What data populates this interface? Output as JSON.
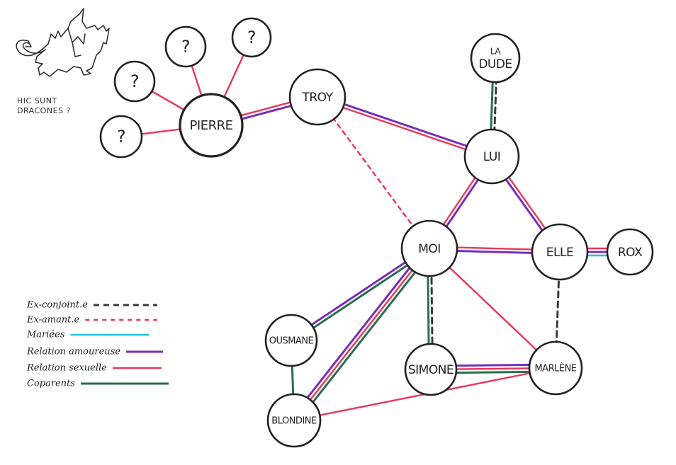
{
  "title_caption": [
    "HIC SUNT",
    "DRACONES ?"
  ],
  "colors": {
    "ex_conjoint": "#3a3a3a",
    "ex_amant": "#e8365a",
    "mariees": "#1ec0e0",
    "amoureuse": "#7a2cb8",
    "sexuelle": "#e8365a",
    "coparents": "#2a6e4e",
    "node_stroke": "#222222"
  },
  "legend": [
    {
      "type": "ex_conjoint",
      "label": "Ex-conjoint.e"
    },
    {
      "type": "ex_amant",
      "label": "Ex-amant.e"
    },
    {
      "type": "mariees",
      "label": "Mariées"
    },
    {
      "type": "amoureuse",
      "label": "Relation amoureuse"
    },
    {
      "type": "sexuelle",
      "label": "Relation sexuelle"
    },
    {
      "type": "coparents",
      "label": "Coparents"
    }
  ],
  "nodes": [
    {
      "id": "q1",
      "label": "?"
    },
    {
      "id": "q2",
      "label": "?"
    },
    {
      "id": "q3",
      "label": "?"
    },
    {
      "id": "q4",
      "label": "?"
    },
    {
      "id": "pierre",
      "label": "PIERRE"
    },
    {
      "id": "troy",
      "label": "TROY"
    },
    {
      "id": "ladude",
      "label": "LA DUDE"
    },
    {
      "id": "lui",
      "label": "LUI"
    },
    {
      "id": "moi",
      "label": "MOI"
    },
    {
      "id": "elle",
      "label": "ELLE"
    },
    {
      "id": "rox",
      "label": "ROX"
    },
    {
      "id": "ousmane",
      "label": "OUSMANE"
    },
    {
      "id": "simone",
      "label": "SIMONE"
    },
    {
      "id": "marlene",
      "label": "MARLÈNE"
    },
    {
      "id": "blondine",
      "label": "BLONDINE"
    }
  ],
  "edges": [
    {
      "from": "q1",
      "to": "pierre",
      "types": [
        "sexuelle"
      ]
    },
    {
      "from": "q2",
      "to": "pierre",
      "types": [
        "sexuelle"
      ]
    },
    {
      "from": "q3",
      "to": "pierre",
      "types": [
        "sexuelle"
      ]
    },
    {
      "from": "q4",
      "to": "pierre",
      "types": [
        "sexuelle"
      ]
    },
    {
      "from": "pierre",
      "to": "troy",
      "types": [
        "sexuelle",
        "amoureuse"
      ]
    },
    {
      "from": "troy",
      "to": "lui",
      "types": [
        "amoureuse",
        "sexuelle"
      ]
    },
    {
      "from": "troy",
      "to": "moi",
      "types": [
        "ex_amant"
      ]
    },
    {
      "from": "ladude",
      "to": "lui",
      "types": [
        "ex_conjoint",
        "coparents"
      ]
    },
    {
      "from": "lui",
      "to": "moi",
      "types": [
        "amoureuse",
        "sexuelle"
      ]
    },
    {
      "from": "lui",
      "to": "elle",
      "types": [
        "sexuelle",
        "amoureuse"
      ]
    },
    {
      "from": "moi",
      "to": "elle",
      "types": [
        "sexuelle",
        "amoureuse"
      ]
    },
    {
      "from": "elle",
      "to": "rox",
      "types": [
        "sexuelle",
        "amoureuse",
        "mariees"
      ]
    },
    {
      "from": "elle",
      "to": "marlene",
      "types": [
        "ex_conjoint"
      ]
    },
    {
      "from": "moi",
      "to": "ousmane",
      "types": [
        "coparents",
        "amoureuse"
      ]
    },
    {
      "from": "moi",
      "to": "blondine",
      "types": [
        "coparents",
        "sexuelle",
        "amoureuse"
      ]
    },
    {
      "from": "moi",
      "to": "simone",
      "types": [
        "ex_conjoint",
        "coparents"
      ]
    },
    {
      "from": "moi",
      "to": "marlene",
      "types": [
        "sexuelle"
      ]
    },
    {
      "from": "ousmane",
      "to": "blondine",
      "types": [
        "coparents"
      ]
    },
    {
      "from": "simone",
      "to": "marlene",
      "types": [
        "amoureuse",
        "sexuelle",
        "coparents"
      ]
    },
    {
      "from": "blondine",
      "to": "marlene",
      "types": [
        "sexuelle"
      ]
    }
  ]
}
